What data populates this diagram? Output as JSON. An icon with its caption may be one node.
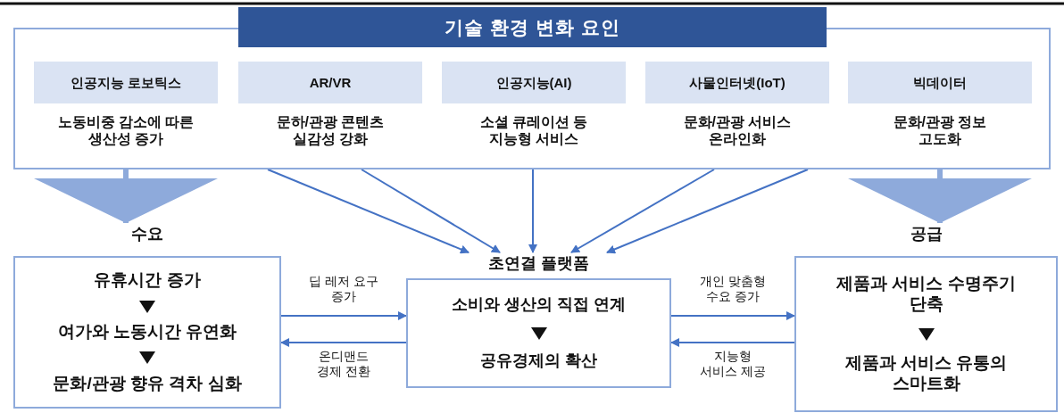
{
  "diagram": {
    "nodes": [
      {
        "text": [
          "기술 환경 변화 요인"
        ]
      },
      {
        "text": [
          "인공지능 로보틱스"
        ],
        "beside": [
          "노동비중 감소에 따른 생산성 증가"
        ],
        "in": 0
      },
      {
        "text": [
          "AR/VR"
        ],
        "beside": [
          "문하/관광 콘텐츠 실감성 강화"
        ],
        "in": 0
      },
      {
        "text": [
          "인공지능(AI)"
        ],
        "beside": [
          "소셜 큐레이션 등 지능형 서비스"
        ],
        "in": 0
      },
      {
        "text": [
          "사물인터넷(IoT)"
        ],
        "beside": [
          "문화/관광 서비스 온라인화"
        ],
        "in": 0
      },
      {
        "text": [
          "빅데이터"
        ],
        "beside": [
          "문화/관광 정보 고도화"
        ],
        "in": 0
      },
      {
        "text": [
          "수요",
          "유휴시간 증가",
          "여가와 노동시간 유연화",
          "문화/관광 향유 격차 심화"
        ]
      },
      {
        "text": [
          "초연결 플랫폼",
          "소비와 생산의 직접 연계",
          "공유경제의 확산"
        ]
      },
      {
        "text": [
          "공급",
          "제품과 서비스 수명주기 단축",
          "제품과 서비스 유통의 스마트화"
        ]
      }
    ],
    "edges": [
      {
        "from": 0,
        "to": 6,
        "arrow": "to",
        "style": "thick"
      },
      {
        "from": 0,
        "to": 8,
        "arrow": "to",
        "style": "thick"
      },
      {
        "from": 0,
        "to": 7,
        "arrow": "to"
      },
      {
        "from": 0,
        "to": 7,
        "arrow": "to"
      },
      {
        "from": 0,
        "to": 7,
        "arrow": "to"
      },
      {
        "from": 0,
        "to": 7,
        "arrow": "to"
      },
      {
        "from": 0,
        "to": 7,
        "arrow": "to"
      },
      {
        "from": 6,
        "to": 7,
        "arrow": "to",
        "label": "딥 레저 요구 증가"
      },
      {
        "from": 7,
        "to": 6,
        "arrow": "to",
        "label": "온디맨드 경제 전환"
      },
      {
        "from": 7,
        "to": 8,
        "arrow": "to",
        "label": "개인 맞춤형 수요 증가"
      },
      {
        "from": 8,
        "to": 7,
        "arrow": "to",
        "label": "지능형 서비스 제공"
      }
    ]
  }
}
